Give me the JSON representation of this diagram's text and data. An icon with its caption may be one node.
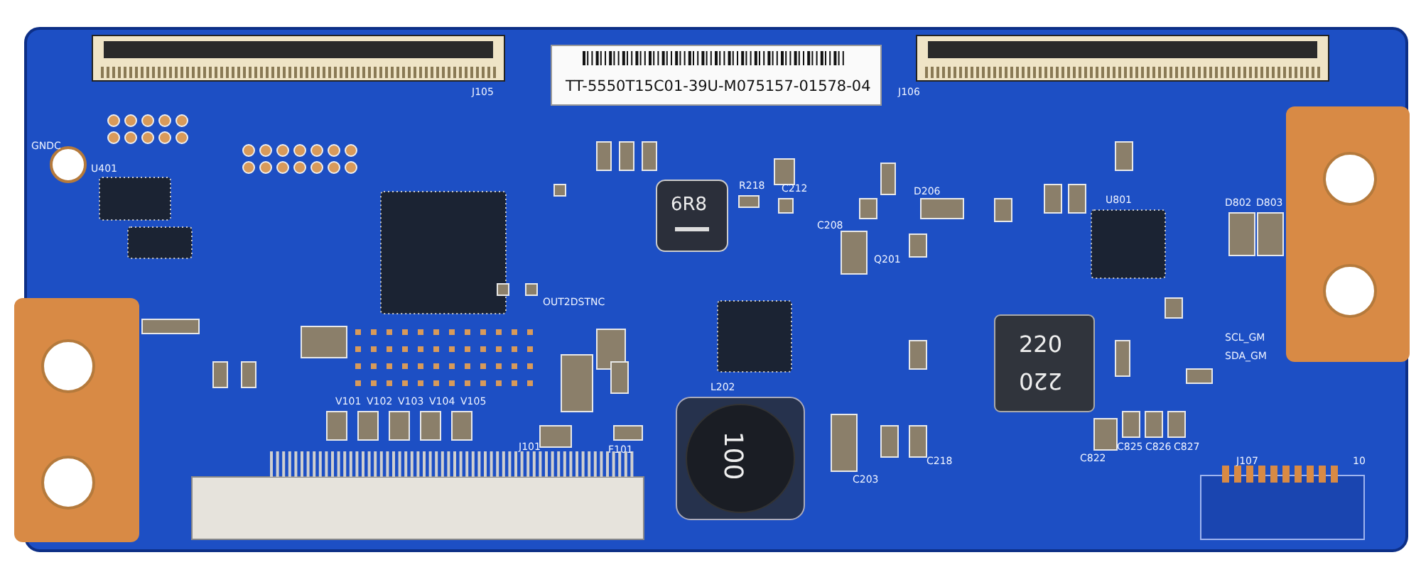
{
  "diagram": {
    "labels": [
      "J105",
      "TT-5550T15C01-39U-M075157-01578-04",
      "J106",
      "GNDC",
      "U401",
      "6R8",
      "R218",
      "C212",
      "C208",
      "D206",
      "Q201",
      "U801",
      "D802",
      "D803",
      "OUT2DSTNC",
      "L202",
      "100",
      "F101",
      "220",
      "220",
      "SCL_GM",
      "SDA_GM",
      "V101",
      "V102",
      "V103",
      "V104",
      "V105",
      "J101",
      "C203",
      "C218",
      "C822",
      "C825",
      "C826",
      "C827",
      "J107",
      "10"
    ]
  }
}
